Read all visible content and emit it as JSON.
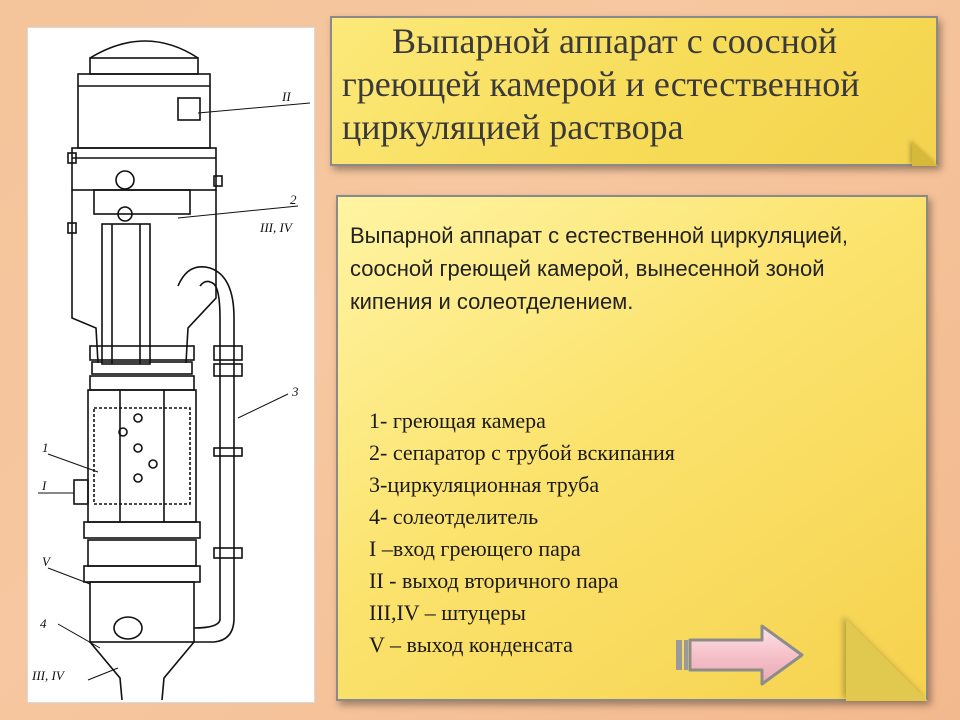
{
  "title": "Выпарной аппарат с соосной греющей камерой и естественной циркуляцией раствора",
  "description": "Выпарной аппарат с естественной циркуляцией, соосной греющей камерой, вынесенной зоной кипения и солеотделением.",
  "legend": [
    "1- греющая камера",
    "2- сепаратор с трубой вскипания",
    "3-циркуляционная труба",
    "4- солеотделитель",
    "I –вход греющего пара",
    "II -  выход вторичного пара",
    "III,IV – штуцеры",
    "V – выход конденсата"
  ],
  "drawing_labels": {
    "label_II": "II",
    "label_2": "2",
    "label_III_IV_top": "III, IV",
    "label_3": "3",
    "label_1": "1",
    "label_I": "I",
    "label_V": "V",
    "label_4": "4",
    "label_III_IV_bottom": "III, IV"
  },
  "colors": {
    "note_yellow": "#f7dc58",
    "background_peach": "#f4c49a",
    "arrow_pink": "#f6c1c9"
  },
  "icons": {
    "next_arrow": "arrow-right-icon"
  }
}
